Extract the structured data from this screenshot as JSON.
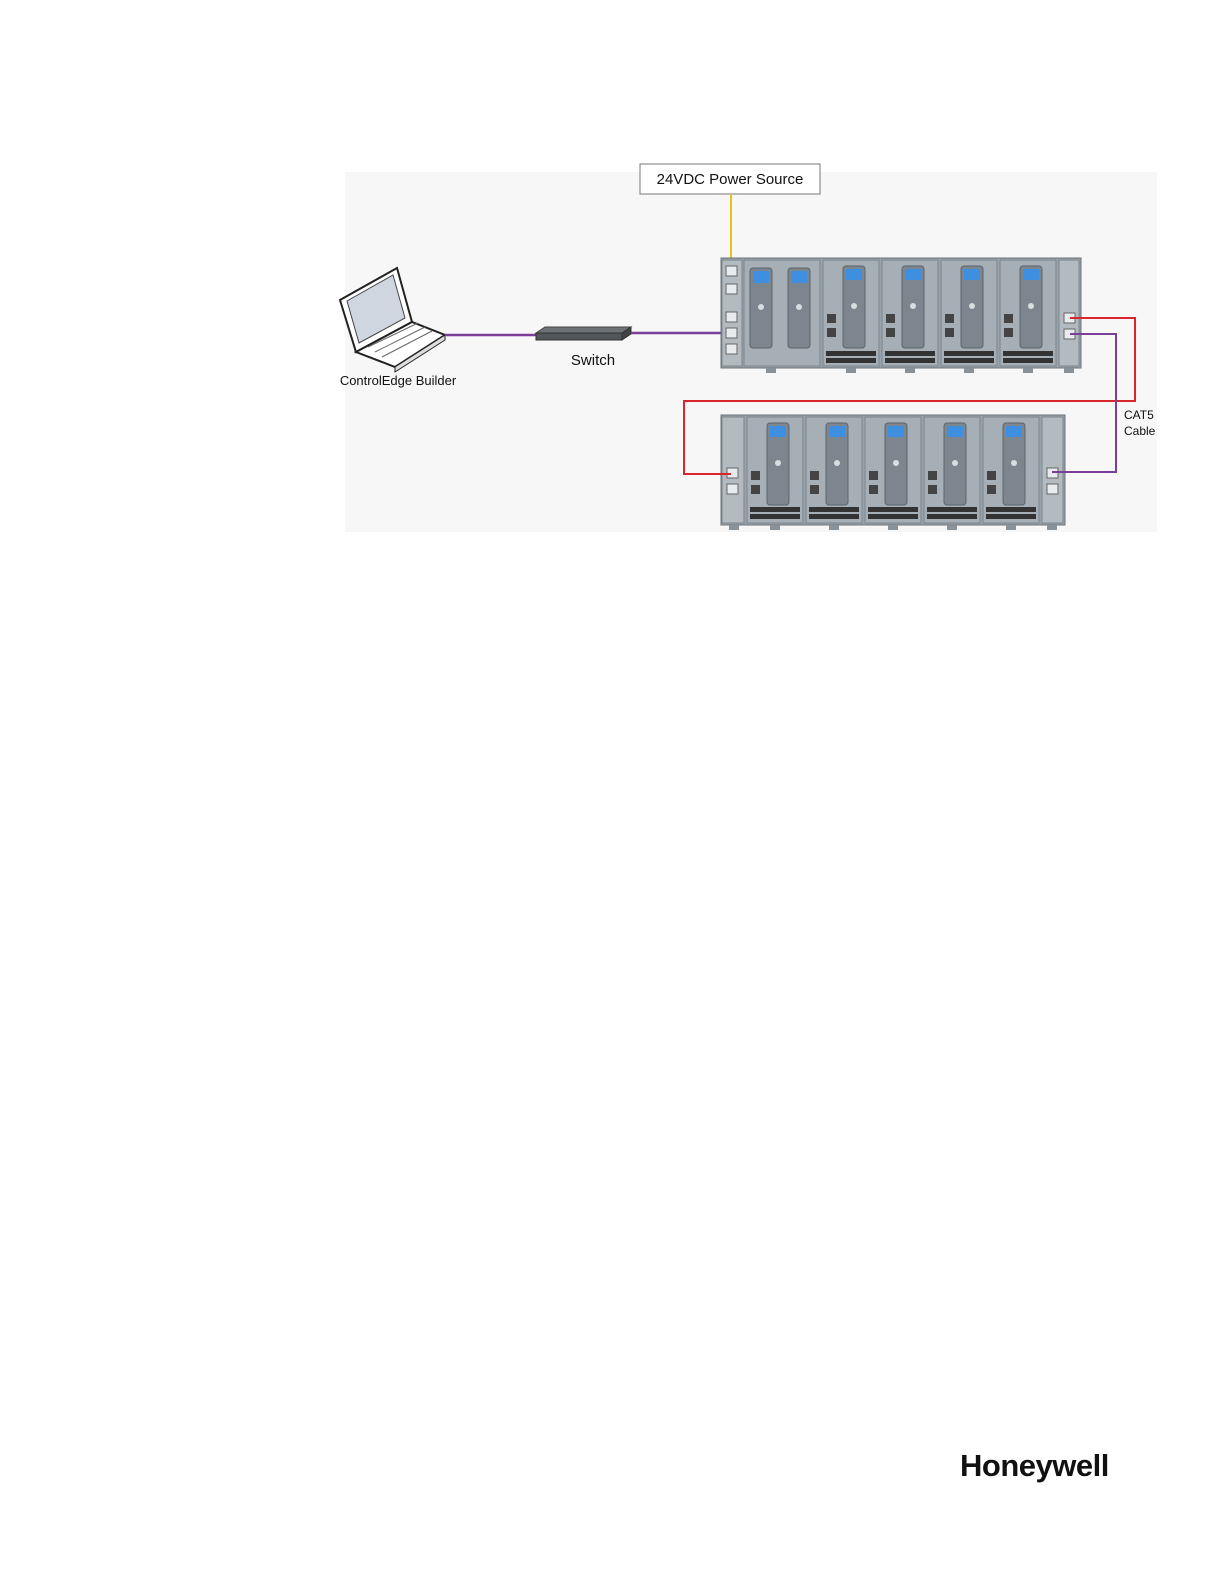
{
  "diagram": {
    "power_source_label": "24VDC Power Source",
    "switch_label": "Switch",
    "laptop_label": "ControlEdge Builder",
    "cable_label_line1": "CAT5",
    "cable_label_line2": "Cable",
    "colors": {
      "power_wire": "#e6c21a",
      "ethernet": "#7b3f9a",
      "cat5_red": "#d9262a",
      "rack": "#9aa3ab",
      "module_screen": "#3f8fe0"
    }
  },
  "footer": {
    "logo": "Honeywell"
  }
}
